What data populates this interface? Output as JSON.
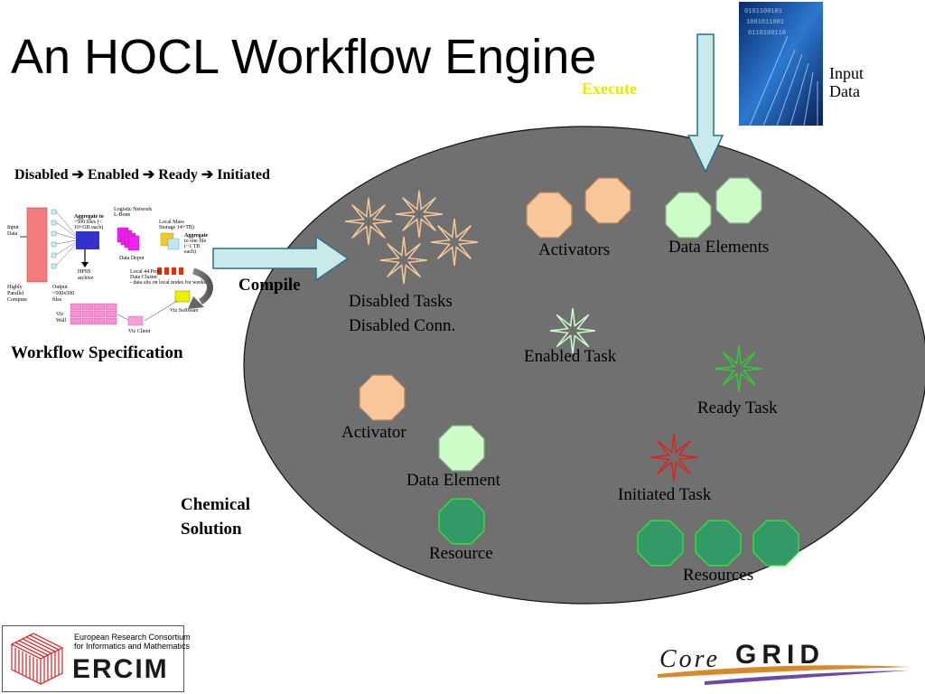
{
  "title": "An HOCL Workflow Engine",
  "execute_label": "Execute",
  "input_data_label": "Input\nData",
  "state_sequence": "Disabled ➔ Enabled ➔ Ready ➔ Initiated",
  "workflow_spec_label": "Workflow Specification",
  "compile_label": "Compile",
  "chemical_solution_label": "Chemical\nSolution",
  "solution": {
    "activators": "Activators",
    "data_elements": "Data Elements",
    "disabled": "Disabled Tasks\nDisabled Conn.",
    "enabled_task": "Enabled Task",
    "ready_task": "Ready Task",
    "activator": "Activator",
    "data_element": "Data Element",
    "initiated_task": "Initiated Task",
    "resource": "Resource",
    "resources": "Resources"
  },
  "thumbnail": {
    "input_data": "Input\nData",
    "highly_parallel": "Highly\nParallel\nCompute",
    "output": "Output\n~500x500\nfiles",
    "aggregate1": "Aggregate to\n~500 files (<\n10+GB each)",
    "logistic": "Logistic Network\nL-Bone",
    "local_mass": "Local Mass\nStorage 14+TB)",
    "aggregate2": "Aggregate\nto one file\n(~1 TB\neach)",
    "data_depot": "Data Depot",
    "hpss": "HPSS\narchive",
    "local_proc": "Local 44 Proc.\nData Cluster\n- data sits on local nodes for weeks",
    "viz_wall": "Viz\nWall",
    "viz_software": "Viz Software",
    "viz_client": "Viz Client"
  },
  "logos": {
    "ercim_caption": "European Research Consortium\nfor Informatics and Mathematics",
    "ercim_word": "ERCIM",
    "core": "Core",
    "grid": "GRID"
  },
  "colors": {
    "solution_fill": "#707070",
    "activator": "#f9c59a",
    "data_element": "#ccfcc8",
    "resource": "#339966",
    "resource_stroke": "#33ee33",
    "star_disabled": "#f5c89a",
    "star_enabled": "#ccffcc",
    "star_ready": "#33cc33",
    "star_initiated": "#dd2222",
    "arrow_fill": "#c8eae8",
    "arrow_stroke": "#2a6f87"
  }
}
